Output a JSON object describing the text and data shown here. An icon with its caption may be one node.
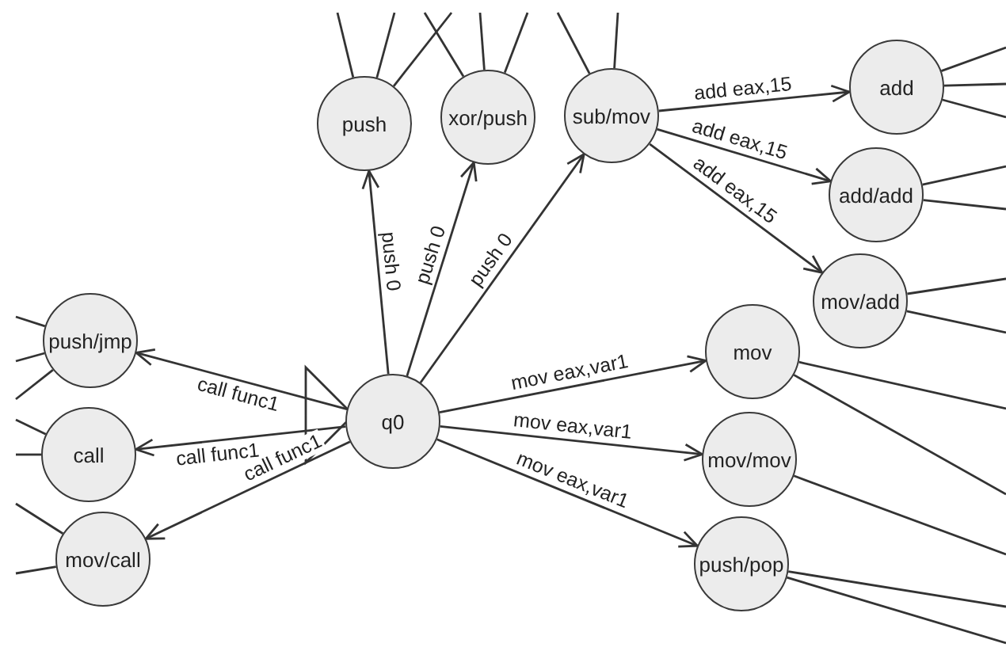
{
  "diagram": {
    "nodes": [
      {
        "text": [
          "q0"
        ]
      },
      {
        "text": [
          "push"
        ]
      },
      {
        "text": [
          "xor/push"
        ]
      },
      {
        "text": [
          "sub/mov"
        ]
      },
      {
        "text": [
          "add"
        ]
      },
      {
        "text": [
          "add/add"
        ]
      },
      {
        "text": [
          "mov/add"
        ]
      },
      {
        "text": [
          "mov"
        ]
      },
      {
        "text": [
          "mov/mov"
        ]
      },
      {
        "text": [
          "push/pop"
        ]
      },
      {
        "text": [
          "push/jmp"
        ]
      },
      {
        "text": [
          "call"
        ]
      },
      {
        "text": [
          "mov/call"
        ]
      }
    ],
    "edges": [
      {
        "from": 0,
        "to": 1,
        "arrow": "to",
        "label": "push 0"
      },
      {
        "from": 0,
        "to": 2,
        "arrow": "to",
        "label": "push 0"
      },
      {
        "from": 0,
        "to": 3,
        "arrow": "to",
        "label": "push 0"
      },
      {
        "from": 3,
        "to": 4,
        "arrow": "to",
        "label": "add eax,15"
      },
      {
        "from": 3,
        "to": 5,
        "arrow": "to",
        "label": "add eax,15"
      },
      {
        "from": 3,
        "to": 6,
        "arrow": "to",
        "label": "add eax,15"
      },
      {
        "from": 0,
        "to": 7,
        "arrow": "to",
        "label": "mov eax,var1"
      },
      {
        "from": 0,
        "to": 8,
        "arrow": "to",
        "label": "mov eax,var1"
      },
      {
        "from": 0,
        "to": 9,
        "arrow": "to",
        "label": "mov eax,var1"
      },
      {
        "from": 0,
        "to": 10,
        "arrow": "to",
        "label": "call func1"
      },
      {
        "from": 0,
        "to": 11,
        "arrow": "to",
        "label": "call func1"
      },
      {
        "from": 0,
        "to": 12,
        "arrow": "to",
        "label": "call func1"
      },
      {
        "from": 1,
        "to": null,
        "arrow": "none"
      },
      {
        "from": 1,
        "to": null,
        "arrow": "none"
      },
      {
        "from": 1,
        "to": null,
        "arrow": "none"
      },
      {
        "from": 2,
        "to": null,
        "arrow": "none"
      },
      {
        "from": 2,
        "to": null,
        "arrow": "none"
      },
      {
        "from": 2,
        "to": null,
        "arrow": "none"
      },
      {
        "from": 3,
        "to": null,
        "arrow": "none"
      },
      {
        "from": 3,
        "to": null,
        "arrow": "none"
      },
      {
        "from": 4,
        "to": null,
        "arrow": "none"
      },
      {
        "from": 4,
        "to": null,
        "arrow": "none"
      },
      {
        "from": 4,
        "to": null,
        "arrow": "none"
      },
      {
        "from": 5,
        "to": null,
        "arrow": "none"
      },
      {
        "from": 5,
        "to": null,
        "arrow": "none"
      },
      {
        "from": 6,
        "to": null,
        "arrow": "none"
      },
      {
        "from": 6,
        "to": null,
        "arrow": "none"
      },
      {
        "from": 7,
        "to": null,
        "arrow": "none"
      },
      {
        "from": 7,
        "to": null,
        "arrow": "none"
      },
      {
        "from": 8,
        "to": null,
        "arrow": "none"
      },
      {
        "from": 9,
        "to": null,
        "arrow": "none"
      },
      {
        "from": 9,
        "to": null,
        "arrow": "none"
      },
      {
        "from": 10,
        "to": null,
        "arrow": "none"
      },
      {
        "from": 10,
        "to": null,
        "arrow": "none"
      },
      {
        "from": 10,
        "to": null,
        "arrow": "none"
      },
      {
        "from": 11,
        "to": null,
        "arrow": "none"
      },
      {
        "from": 11,
        "to": null,
        "arrow": "none"
      },
      {
        "from": 12,
        "to": null,
        "arrow": "none"
      },
      {
        "from": 12,
        "to": null,
        "arrow": "none"
      }
    ]
  }
}
